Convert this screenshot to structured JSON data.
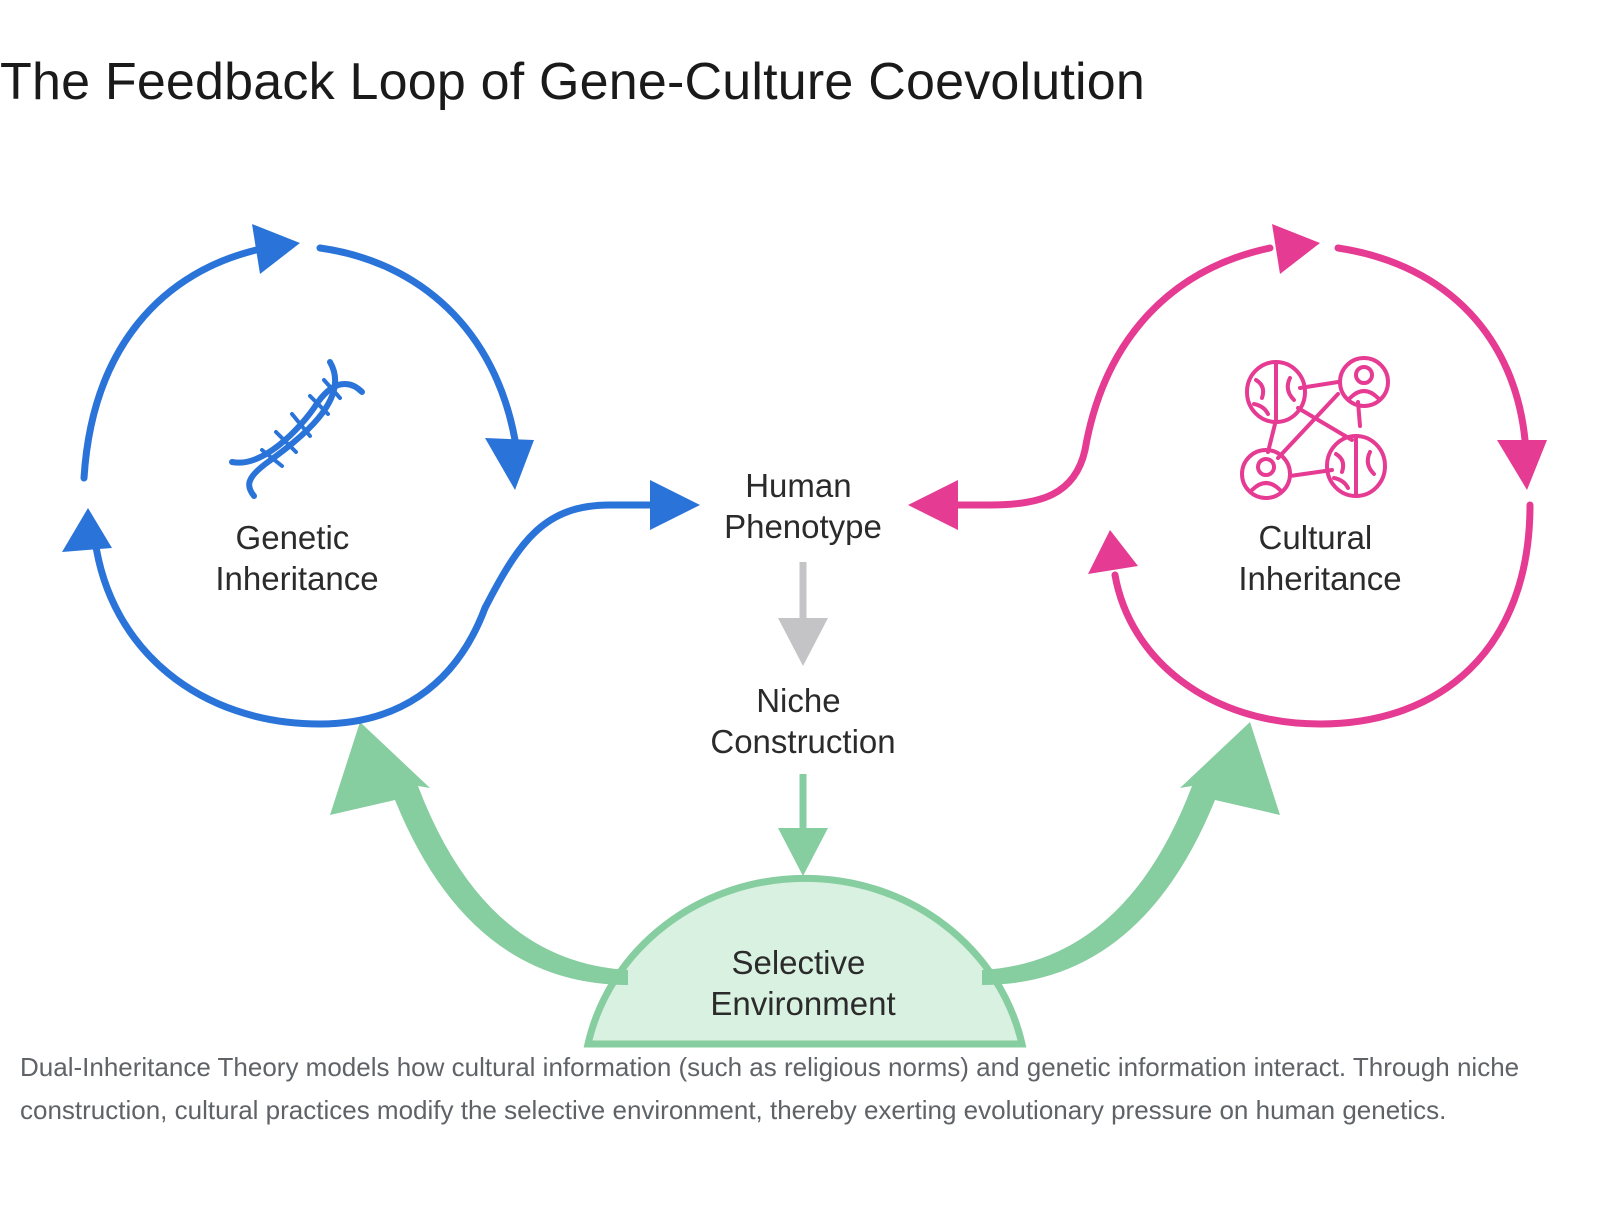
{
  "title": "The Feedback Loop of Gene-Culture Coevolution",
  "nodes": {
    "genetic": {
      "line1": "Genetic",
      "line2": "Inheritance"
    },
    "cultural": {
      "line1": "Cultural",
      "line2": "Inheritance"
    },
    "phenotype": {
      "line1": "Human",
      "line2": "Phenotype"
    },
    "niche": {
      "line1": "Niche",
      "line2": "Construction"
    },
    "environment": {
      "line1": "Selective",
      "line2": "Environment"
    }
  },
  "icons": {
    "genetic": "dna-icon",
    "cultural": "brain-network-icon"
  },
  "colors": {
    "genetic": "#2a74d9",
    "cultural": "#e63b93",
    "neutral": "#c4c4c6",
    "environment": "#86cda0",
    "environment_fill": "#d9f1e0"
  },
  "caption": "Dual-Inheritance Theory models how cultural information (such as religious norms) and genetic information interact. Through niche construction, cultural practices modify the selective environment, thereby exerting evolutionary pressure on human genetics."
}
